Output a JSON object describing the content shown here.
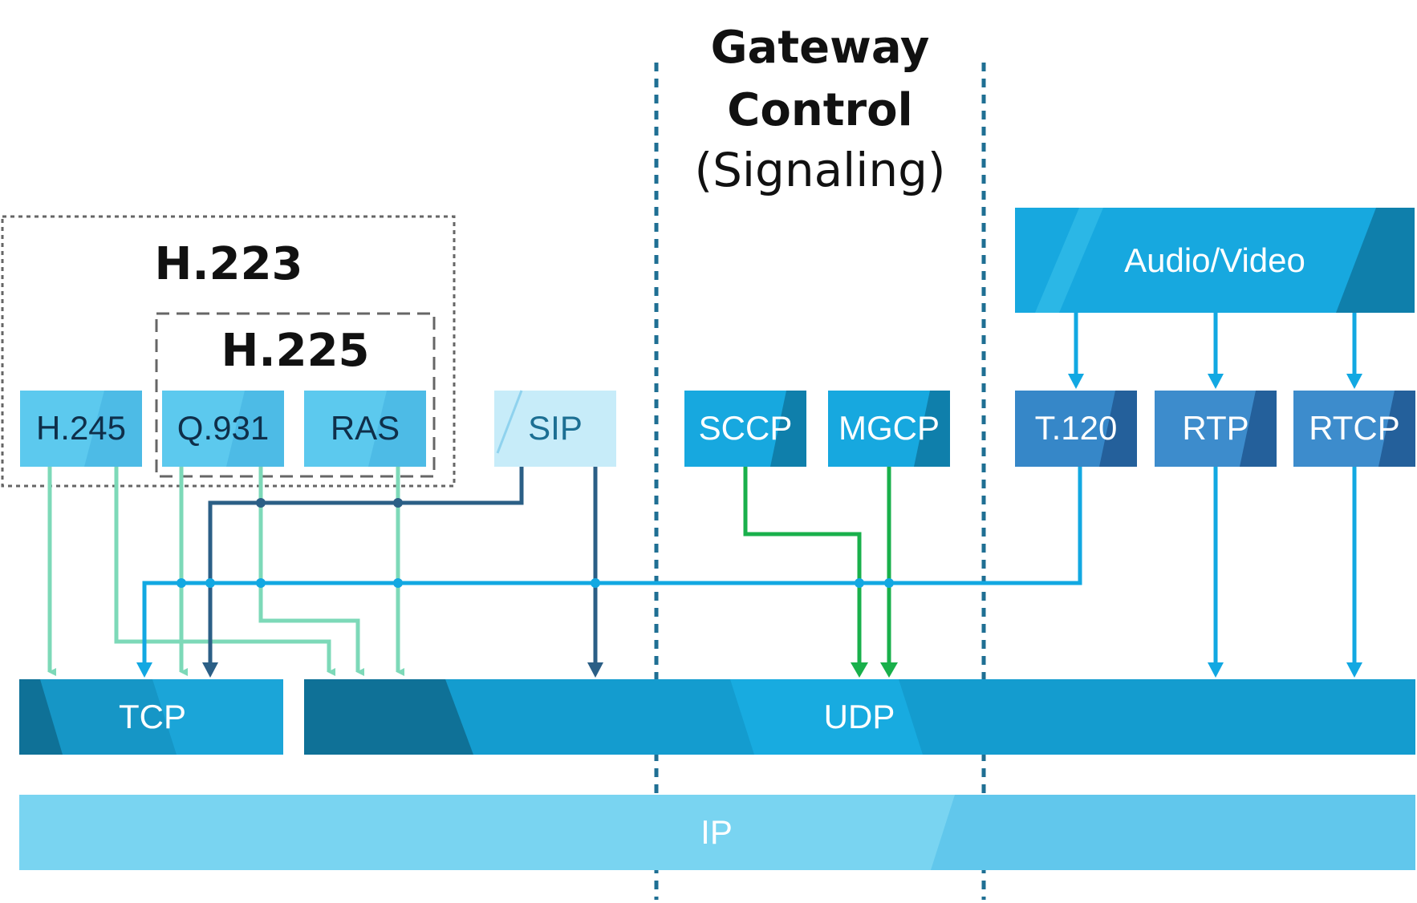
{
  "header": {
    "title_line1": "Gateway",
    "title_line2": "Control",
    "subtitle": "(Signaling)"
  },
  "groups": {
    "h223_label": "H.223",
    "h225_label": "H.225"
  },
  "boxes": {
    "h245": "H.245",
    "q931": "Q.931",
    "ras": "RAS",
    "sip": "SIP",
    "sccp": "SCCP",
    "mgcp": "MGCP",
    "t120": "T.120",
    "rtp": "RTP",
    "rtcp": "RTCP",
    "audio_video": "Audio/Video"
  },
  "layers": {
    "tcp": "TCP",
    "udp": "UDP",
    "ip": "IP"
  },
  "colors": {
    "mint": "#7dd9b8",
    "navy": "#2b5f86",
    "green": "#19b04b",
    "blue": "#12a8e2",
    "divider": "#1f6f93"
  }
}
